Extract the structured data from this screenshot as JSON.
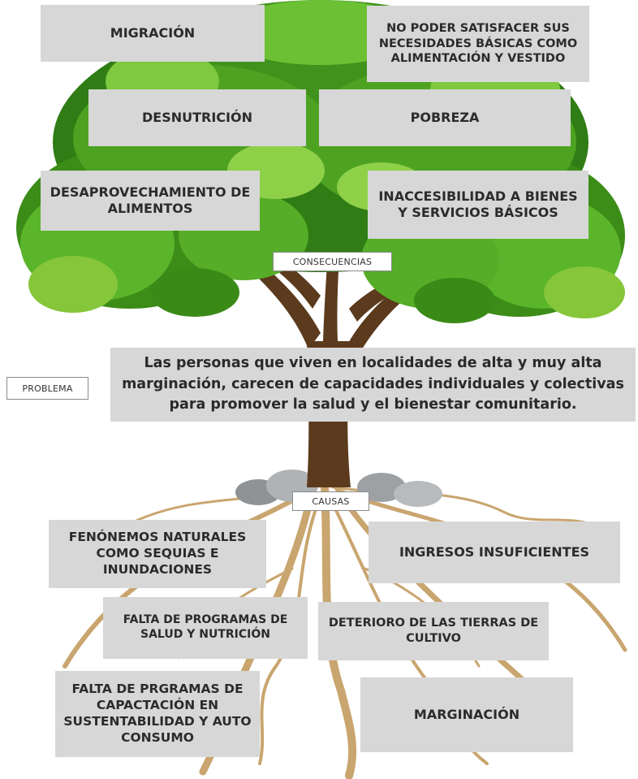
{
  "labels": {
    "consequences": "CONSECUENCIAS",
    "problem": "PROBLEMA",
    "causes": "CAUSAS"
  },
  "consequences": {
    "migracion": "MIGRACIÓN",
    "necesidades": "NO PODER SATISFACER SUS NECESIDADES BÁSICAS COMO ALIMENTACIÓN Y VESTIDO",
    "desnutricion": "DESNUTRICIÓN",
    "pobreza": "POBREZA",
    "desaprovechamiento": "DESAPROVECHAMIENTO DE ALIMENTOS",
    "inaccesibilidad": "INACCESIBILIDAD A BIENES Y SERVICIOS BÁSICOS"
  },
  "problem": {
    "text": "Las personas que viven en localidades de alta y muy alta marginación, carecen de capacidades individuales y colectivas para  promover la salud y el bienestar comunitario."
  },
  "causes": {
    "fenomenos": "FENÓNEMOS NATURALES COMO SEQUIAS E INUNDACIONES",
    "ingresos": "INGRESOS INSUFICIENTES",
    "programas_salud": "FALTA DE PROGRAMAS DE SALUD Y NUTRICIÓN",
    "deterioro": "DETERIORO DE LAS TIERRAS DE CULTIVO",
    "capacitacion": "FALTA DE PRGRAMAS DE CAPACTACIÓN EN SUSTENTABILIDAD Y AUTO CONSUMO",
    "marginacion": "MARGINACIÓN"
  },
  "colors": {
    "leaf_dark": "#2f7d14",
    "leaf_mid": "#4a9f1e",
    "leaf_light": "#86c63a",
    "trunk": "#5a3a1c",
    "roots": "#c7a06a",
    "stones": "#a3a6a8",
    "box": "#d7d7d7"
  }
}
